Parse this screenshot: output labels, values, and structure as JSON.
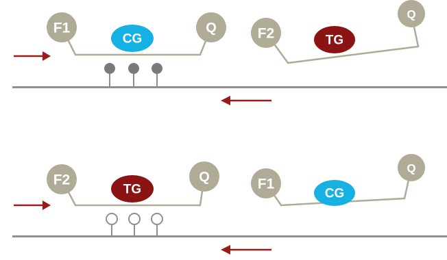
{
  "colors": {
    "background": "#ffffff",
    "tan_node": "#b0ab97",
    "cg_node": "#16b1e3",
    "tg_node": "#8b1313",
    "tether": "#b0ab97",
    "track": "#8f8f8f",
    "arrow": "#9b1b1b",
    "filled_marker": "#7a7a7a",
    "open_marker": "#ffffff"
  },
  "panels": [
    {
      "id": "top",
      "markers_filled": true,
      "left_construct": {
        "left_node": "F1",
        "center_node": "CG",
        "center_color": "cg",
        "right_node": "Q"
      },
      "right_construct": {
        "left_node": "F2",
        "center_node": "TG",
        "center_color": "tg",
        "right_node": "Q"
      }
    },
    {
      "id": "bottom",
      "markers_filled": false,
      "left_construct": {
        "left_node": "F2",
        "center_node": "TG",
        "center_color": "tg",
        "right_node": "Q"
      },
      "right_construct": {
        "left_node": "F1",
        "center_node": "CG",
        "center_color": "cg",
        "right_node": "Q"
      }
    }
  ]
}
